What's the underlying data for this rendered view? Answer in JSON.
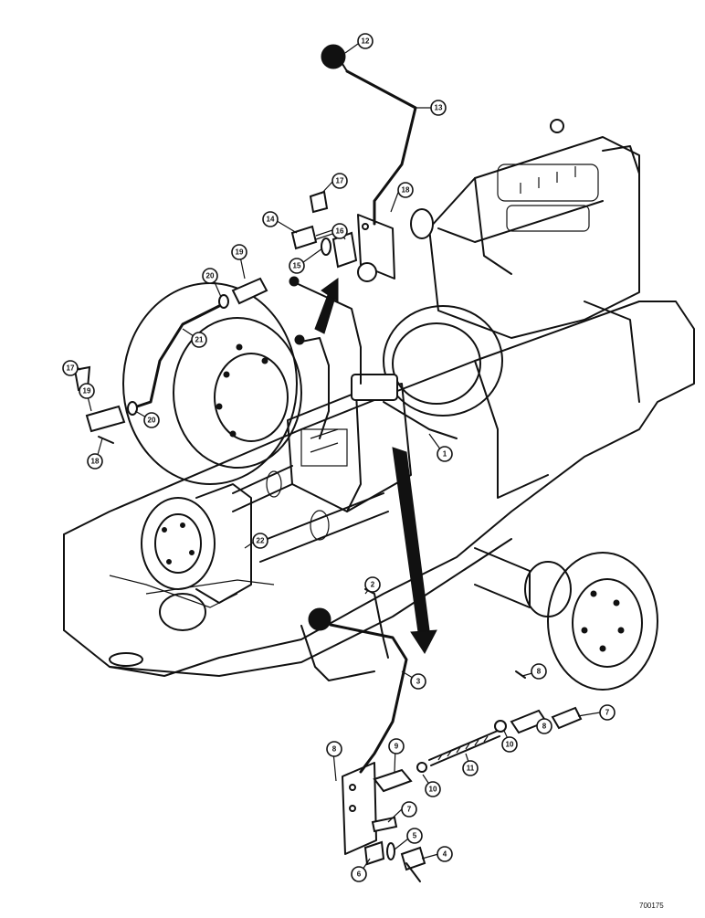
{
  "diagram": {
    "drawing_number": "700175",
    "callouts": [
      {
        "id": "c12a",
        "label": "12"
      },
      {
        "id": "c13",
        "label": "13"
      },
      {
        "id": "c17a",
        "label": "17"
      },
      {
        "id": "c18a",
        "label": "18"
      },
      {
        "id": "c14",
        "label": "14"
      },
      {
        "id": "c16",
        "label": "16"
      },
      {
        "id": "c15",
        "label": "15"
      },
      {
        "id": "c19a",
        "label": "19"
      },
      {
        "id": "c20a",
        "label": "20"
      },
      {
        "id": "c21",
        "label": "21"
      },
      {
        "id": "c17b",
        "label": "17"
      },
      {
        "id": "c19b",
        "label": "19"
      },
      {
        "id": "c20b",
        "label": "20"
      },
      {
        "id": "c18b",
        "label": "18"
      },
      {
        "id": "c1",
        "label": "1"
      },
      {
        "id": "c22",
        "label": "22"
      },
      {
        "id": "c2",
        "label": "2"
      },
      {
        "id": "c3",
        "label": "3"
      },
      {
        "id": "c8a",
        "label": "8"
      },
      {
        "id": "c7a",
        "label": "7"
      },
      {
        "id": "c8b",
        "label": "8"
      },
      {
        "id": "c10a",
        "label": "10"
      },
      {
        "id": "c11",
        "label": "11"
      },
      {
        "id": "c8c",
        "label": "8"
      },
      {
        "id": "c9",
        "label": "9"
      },
      {
        "id": "c10b",
        "label": "10"
      },
      {
        "id": "c7b",
        "label": "7"
      },
      {
        "id": "c5",
        "label": "5"
      },
      {
        "id": "c4",
        "label": "4"
      },
      {
        "id": "c6",
        "label": "6"
      }
    ]
  }
}
